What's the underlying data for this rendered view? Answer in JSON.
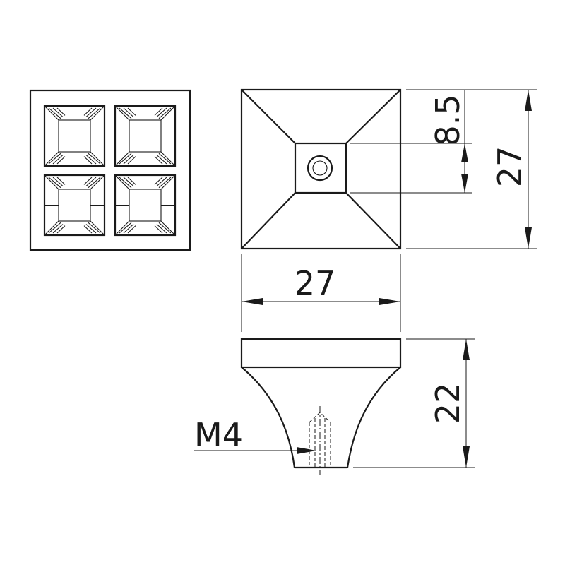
{
  "dimensions": {
    "width": "27",
    "height": "27",
    "hole_offset": "8.5",
    "depth": "22",
    "thread": "M4"
  },
  "colors": {
    "line": "#1a1a1a",
    "background": "#ffffff"
  }
}
